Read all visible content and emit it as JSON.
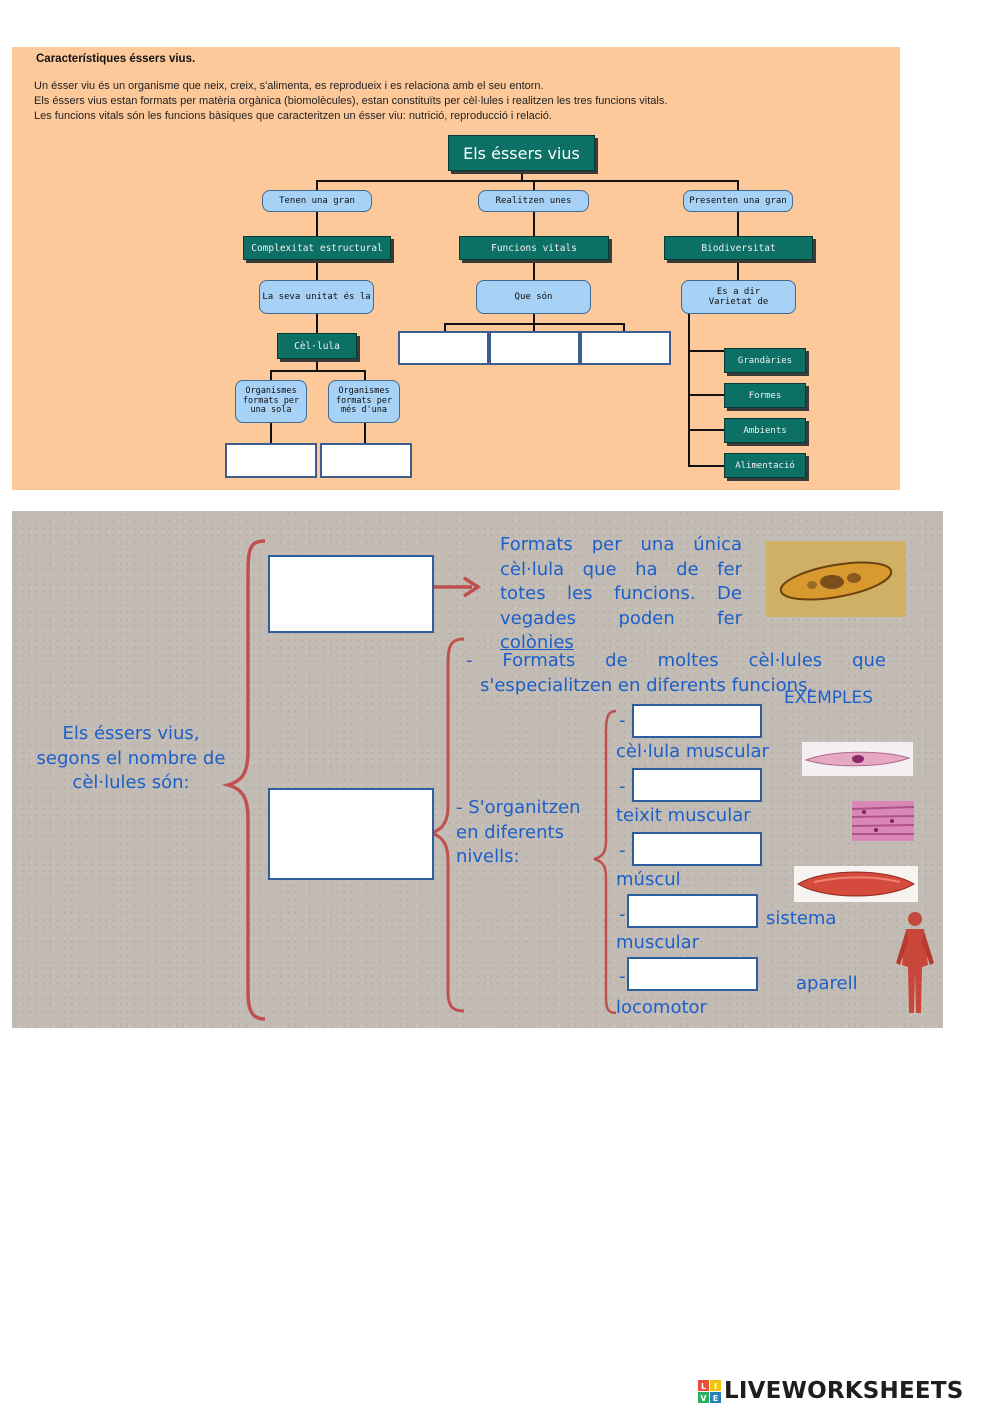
{
  "section1": {
    "title": "Característiques éssers vius.",
    "paragraphs": [
      "Un ésser viu és un organisme que neix, creix, s'alimenta, es reprodueix i es relaciona amb el seu entorn.",
      "Els éssers vius estan formats per matèria orgànica (biomolècules), estan constituïts per cèl·lules i realitzen les tres funcions vitals.",
      "Les funcions vitals són les funcions bàsiques que caracteritzen un ésser viu: nutrició, reproducció i relació."
    ],
    "map": {
      "root": "Els éssers vius",
      "branch1": {
        "pill": "Tenen una gran",
        "box": "Complexitat estructural",
        "pill2": "La seva unitat és la",
        "box2": "Cèl·lula",
        "leaf_left": "Organismes formats per una sola",
        "leaf_right": "Organismes formats per més d'una"
      },
      "branch2": {
        "pill": "Realitzen unes",
        "box": "Funcions vitals",
        "pill2": "Que són"
      },
      "branch3": {
        "pill": "Presenten una gran",
        "box": "Biodiversitat",
        "pill2_line1": "Es a dir",
        "pill2_line2": "Varietat de",
        "items": [
          "Grandàries",
          "Formes",
          "Ambients",
          "Alimentació"
        ]
      }
    }
  },
  "section2": {
    "left_text": [
      "Els éssers vius,",
      "segons el nombre de",
      "cèl·lules són:"
    ],
    "unicellular_text": [
      "Formats per una única",
      "cèl·lula que ha de fer",
      "totes les funcions. De",
      "vegades poden fer"
    ],
    "unicellular_last": "colònies",
    "multi_line1": "- Formats de moltes cèl·lules que",
    "multi_line2": "s'especialitzen en diferents funcions.",
    "examples_label": "EXEMPLES",
    "organize_text": [
      "- S'organitzen",
      "en diferents",
      "nivells:"
    ],
    "levels": {
      "l1": "cèl·lula muscular",
      "l2": "teixit muscular",
      "l3": "múscul",
      "l4a": "sistema",
      "l4b": "muscular",
      "l5a": "aparell",
      "l5b": "locomotor"
    },
    "dash": "-"
  },
  "footer": {
    "logo_text": "LIVEWORKSHEETS",
    "logo_letters": [
      "L",
      "I",
      "V",
      "E"
    ],
    "colors": {
      "l": "#e74c3c",
      "i": "#f1c40f",
      "v": "#27ae60",
      "e": "#2980b9"
    }
  }
}
